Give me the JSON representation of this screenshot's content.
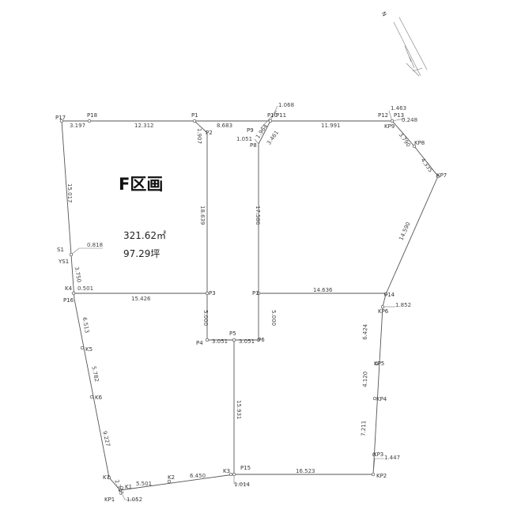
{
  "title": "F区画",
  "area_m2": "321.62㎡",
  "area_tsubo": "97.29坪",
  "north_label": "N",
  "points": {
    "P17": "P17",
    "P18": "P18",
    "P1": "P1",
    "P2": "P2",
    "P9": "P9",
    "P10": "P10",
    "P11": "P11",
    "P8": "P8",
    "P12": "P12",
    "P13": "P13",
    "KP9": "KP9",
    "KP8": "KP8",
    "KP7": "KP7",
    "S1": "S1",
    "YS1": "YS1",
    "K4": "K4",
    "P16": "P16",
    "P3a": "P3",
    "P3b": "P3",
    "P14": "P14",
    "KP6": "KP6",
    "P4": "P4",
    "P5": "P5",
    "P6": "P6",
    "K5": "K5",
    "K6": "K6",
    "KP5": "KP5",
    "KP4": "KP4",
    "KP3": "KP3",
    "K7": "K7",
    "K1": "K1",
    "K2": "K2",
    "K3": "K3",
    "P15": "P15",
    "KP2": "KP2",
    "KP1": "KP1"
  },
  "dims": {
    "d1": "3.197",
    "d2": "12.312",
    "d3": "8.683",
    "d4": "1.068",
    "d5": "11.991",
    "d6": "1.463",
    "d7": "0.248",
    "d8": "1.907",
    "d9": "1.051",
    "d10": "1.964",
    "d11": "3.461",
    "d12": "3.790",
    "d13": "4.335",
    "d14": "15.017",
    "d15": "18.639",
    "d16": "17.586",
    "d17": "14.590",
    "d18": "0.818",
    "d19": "3.750",
    "d20": "0.501",
    "d21": "15.426",
    "d22": "14.636",
    "d23": "1.852",
    "d24": "5.000",
    "d25": "5.000",
    "d26": "3.051",
    "d27": "3.051",
    "d28": "6.513",
    "d29": "6.424",
    "d30": "5.782",
    "d31": "4.120",
    "d32": "15.931",
    "d33": "9.227",
    "d34": "7.211",
    "d35": "1.447",
    "d36": "2.345",
    "d37": "5.501",
    "d38": "6.450",
    "d39": "1.014",
    "d40": "16.523",
    "d41": "1.052"
  }
}
